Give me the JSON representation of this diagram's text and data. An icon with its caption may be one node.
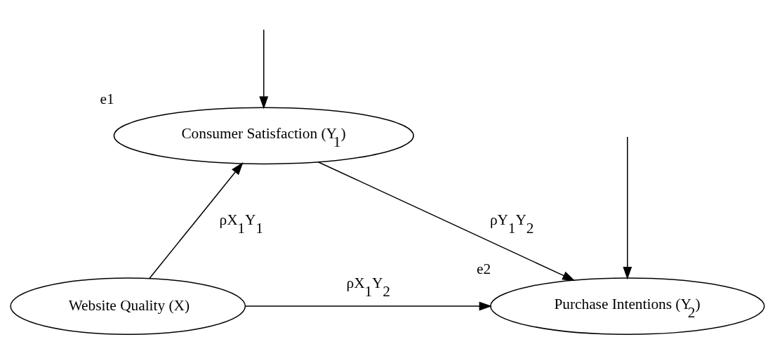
{
  "diagram": {
    "nodes": [
      {
        "text": [
          "Consumer Satisfaction (Y$_{1}$)"
        ],
        "beside": [
          "e1"
        ]
      },
      {
        "text": [
          "Website Quality (X)"
        ]
      },
      {
        "text": [
          "Purchase Intentions (Y$_{2}$)"
        ],
        "beside": [
          "e2"
        ]
      }
    ],
    "edges": [
      {
        "from": null,
        "to": 0,
        "arrow": "to"
      },
      {
        "from": 0,
        "to": 2,
        "arrow": "to",
        "label": "ρY$_{1}$Y$_{2}$"
      },
      {
        "from": 1,
        "to": 0,
        "arrow": "to",
        "label": "ρX$_{1}$Y$_{1}$"
      },
      {
        "from": null,
        "to": 2,
        "arrow": "to"
      },
      {
        "from": 1,
        "to": 2,
        "arrow": "to",
        "label": "ρX$_{1}$Y$_{2}$"
      }
    ]
  }
}
